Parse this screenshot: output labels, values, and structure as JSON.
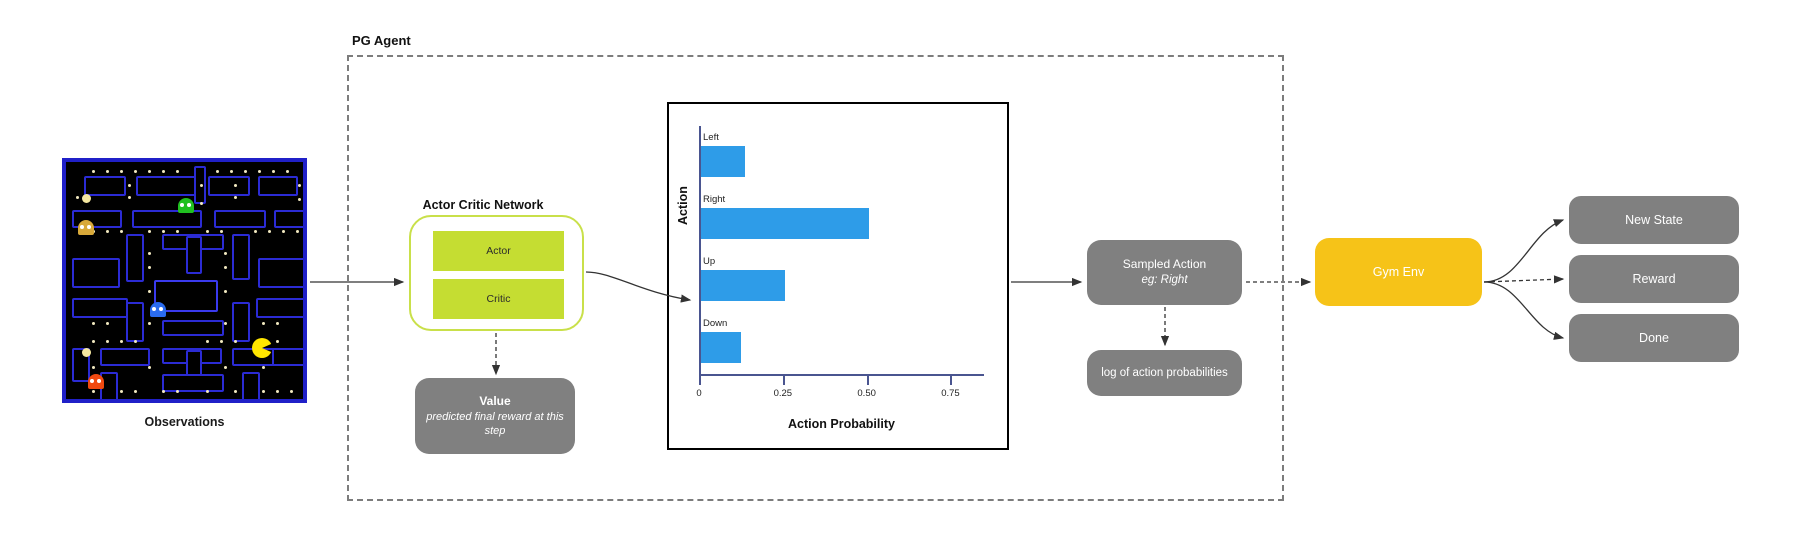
{
  "pg_agent": {
    "title": "PG Agent"
  },
  "observation": {
    "label": "Observations",
    "icon": "pacman-game-frame"
  },
  "actor_critic": {
    "title": "Actor Critic Network",
    "actor_label": "Actor",
    "critic_label": "Critic"
  },
  "value": {
    "title": "Value",
    "subtitle": "predicted final reward at this step"
  },
  "chart_data": {
    "type": "bar",
    "orientation": "horizontal",
    "title": "",
    "categories": [
      "Left",
      "Right",
      "Up",
      "Down"
    ],
    "values": [
      0.13,
      0.5,
      0.25,
      0.12
    ],
    "xlabel": "Action Probability",
    "ylabel": "Action",
    "xlim": [
      0,
      0.85
    ],
    "xticks": [
      "0",
      "0.25",
      "0.50",
      "0.75"
    ],
    "xtick_values": [
      0,
      0.25,
      0.5,
      0.75
    ],
    "grid": false,
    "legend": "none",
    "bar_color": "#2e9ce8",
    "axis_color": "#4a5590"
  },
  "sampled_action": {
    "title": "Sampled Action",
    "subtitle": "eg: Right"
  },
  "log_probabilities": {
    "label": "log of action probabilities"
  },
  "environment": {
    "label": "Gym Env",
    "color": "#f6c318"
  },
  "outputs": [
    {
      "label": "New State"
    },
    {
      "label": "Reward"
    },
    {
      "label": "Done"
    }
  ]
}
